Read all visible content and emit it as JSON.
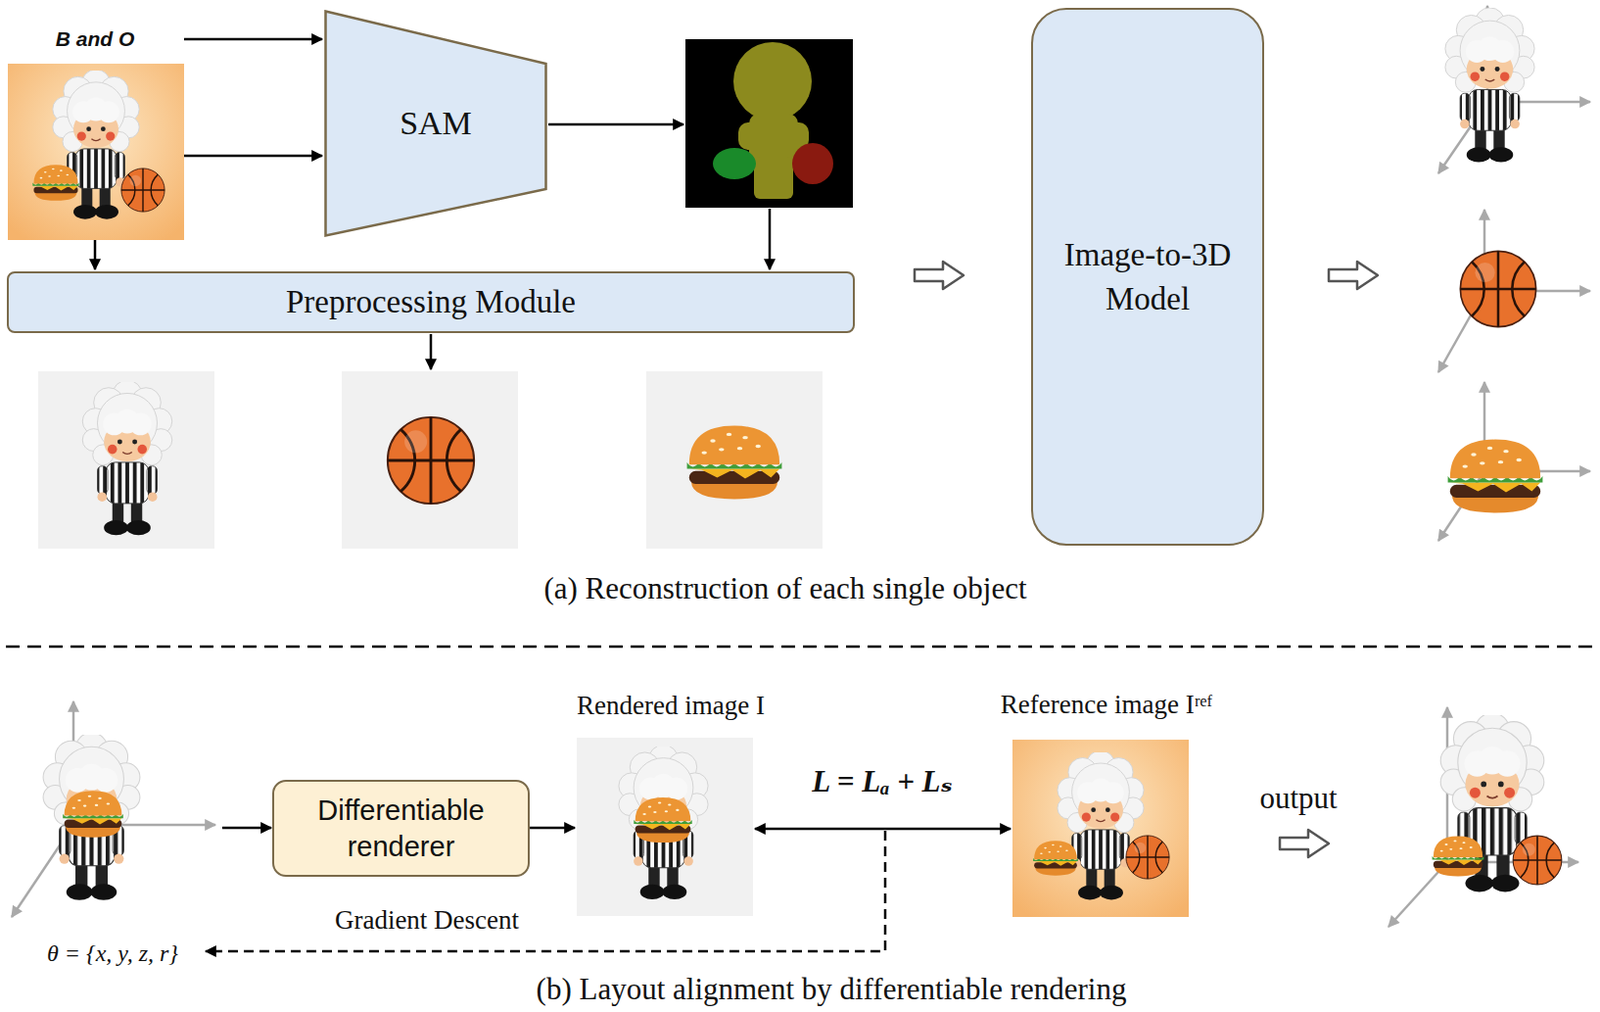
{
  "diagram": {
    "nodes": [
      {
        "text": [
          "SAM"
        ]
      },
      {
        "text": [
          "Preprocessing Module"
        ]
      },
      {
        "text": [
          "Image-to-3D Model"
        ]
      },
      {
        "text": [
          "Differentiable renderer"
        ]
      }
    ],
    "labels": [
      "B and O",
      "(a) Reconstruction of each single object",
      "Rendered image I",
      "Reference image Iʳᵉᶠ",
      "L = Lₐ + Lₛ",
      "Gradient Descent",
      "θ = {x, y, z, r}",
      "output",
      "(b) Layout alignment by differentiable rendering"
    ]
  }
}
